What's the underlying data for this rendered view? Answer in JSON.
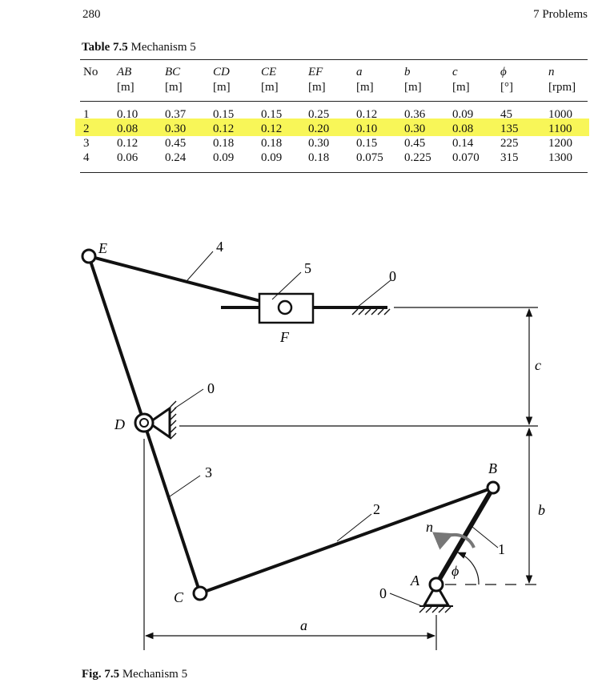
{
  "header": {
    "page_number": "280",
    "chapter": "7  Problems"
  },
  "table": {
    "caption_label": "Table 7.5",
    "caption_text": "Mechanism 5",
    "columns": [
      {
        "name": "No",
        "unit": ""
      },
      {
        "name": "AB",
        "unit": "[m]"
      },
      {
        "name": "BC",
        "unit": "[m]"
      },
      {
        "name": "CD",
        "unit": "[m]"
      },
      {
        "name": "CE",
        "unit": "[m]"
      },
      {
        "name": "EF",
        "unit": "[m]"
      },
      {
        "name": "a",
        "unit": "[m]"
      },
      {
        "name": "b",
        "unit": "[m]"
      },
      {
        "name": "c",
        "unit": "[m]"
      },
      {
        "name": "ϕ",
        "unit": "[°]"
      },
      {
        "name": "n",
        "unit": "[rpm]"
      }
    ],
    "rows": [
      [
        "1",
        "0.10",
        "0.37",
        "0.15",
        "0.15",
        "0.25",
        "0.12",
        "0.36",
        "0.09",
        "45",
        "1000"
      ],
      [
        "2",
        "0.08",
        "0.30",
        "0.12",
        "0.12",
        "0.20",
        "0.10",
        "0.30",
        "0.08",
        "135",
        "1100"
      ],
      [
        "3",
        "0.12",
        "0.45",
        "0.18",
        "0.18",
        "0.30",
        "0.15",
        "0.45",
        "0.14",
        "225",
        "1200"
      ],
      [
        "4",
        "0.06",
        "0.24",
        "0.09",
        "0.09",
        "0.18",
        "0.075",
        "0.225",
        "0.070",
        "315",
        "1300"
      ]
    ],
    "highlighted_row": 2,
    "highlight_color": "#f7f53b"
  },
  "figure": {
    "caption_label": "Fig. 7.5",
    "caption_text": "Mechanism 5",
    "labels": {
      "E": "E",
      "D": "D",
      "C": "C",
      "B": "B",
      "A": "A",
      "F": "F",
      "link_1": "1",
      "link_2": "2",
      "link_3": "3",
      "link_4": "4",
      "link_5": "5",
      "ground_slider": "0",
      "ground_D": "0",
      "ground_A": "0",
      "dim_a": "a",
      "dim_b": "b",
      "dim_c": "c",
      "speed": "n",
      "angle": "ϕ"
    }
  }
}
